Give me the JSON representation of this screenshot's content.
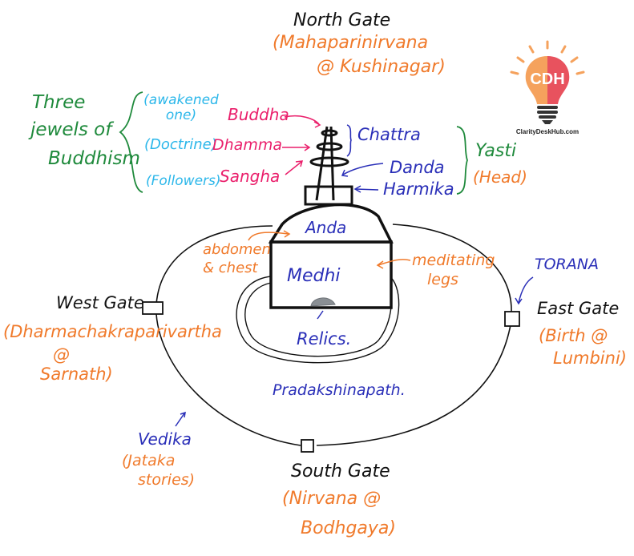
{
  "diagram": {
    "title": "Buddhist Stupa Structure",
    "colors": {
      "outline": "#111111",
      "orange": "#f07a2b",
      "blue": "#2a2fb8",
      "cyan": "#2cb7ea",
      "pink": "#ea1f6b",
      "green": "#1f8a3c",
      "relic": "#8a8f94"
    },
    "gates": {
      "north": {
        "label": "North Gate",
        "note_line1": "(Mahaparinirvana",
        "note_line2": "@ Kushinagar)"
      },
      "west": {
        "label": "West Gate",
        "note_line1": "(Dharmachakraparivartha",
        "note_line2": "@",
        "note_line3": "Sarnath)"
      },
      "east": {
        "label": "East Gate",
        "note_line1": "(Birth @",
        "note_line2": "Lumbini)"
      },
      "south": {
        "label": "South Gate",
        "note_line1": "(Nirvana @",
        "note_line2": "Bodhgaya)"
      }
    },
    "three_jewels": {
      "heading_line1": "Three",
      "heading_line2": "jewels of",
      "heading_line3": "Buddhism",
      "items": [
        {
          "meaning_line1": "(awakened",
          "meaning_line2": "one)",
          "name": "Buddha"
        },
        {
          "meaning_line1": "(Doctrine)",
          "meaning_line2": "",
          "name": "Dhamma"
        },
        {
          "meaning_line1": "(Followers)",
          "meaning_line2": "",
          "name": "Sangha"
        }
      ]
    },
    "parts": {
      "chattra": "Chattra",
      "danda": "Danda",
      "harmika": "Harmika",
      "yasti": "Yasti",
      "yasti_note": "(Head)",
      "anda": "Anda",
      "anda_note_line1": "abdomen",
      "anda_note_line2": "& chest",
      "medhi": "Medhi",
      "medhi_note_line1": "meditating",
      "medhi_note_line2": "legs",
      "relics": "Relics.",
      "pradakshinapath": "Pradakshinapath.",
      "torana": "TORANA",
      "vedika": "Vedika",
      "vedika_note_line1": "(Jataka",
      "vedika_note_line2": "stories)"
    },
    "logo": {
      "initials": "CDH",
      "site": "ClarityDeskHub.com",
      "left_color": "#f5a25d",
      "right_color": "#e8525e",
      "base_color": "#333333",
      "ray_color": "#f5a25d"
    }
  }
}
